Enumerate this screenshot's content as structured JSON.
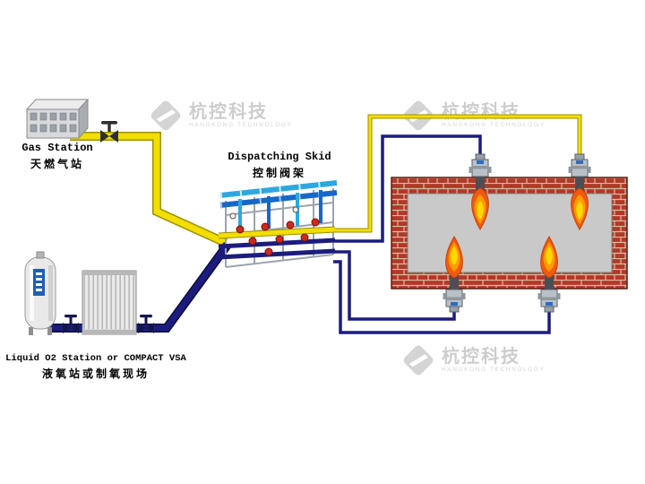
{
  "stations": {
    "gas": {
      "label_en": "Gas Station",
      "label_zh": "天燃气站"
    },
    "skid": {
      "label_en": "Dispatching Skid",
      "label_zh": "控制阀架"
    },
    "o2": {
      "label_en": "Liquid O2 Station or COMPACT VSA",
      "label_zh": "液氧站或制氧现场"
    }
  },
  "watermark": {
    "name_zh": "杭控科技",
    "name_en": "HANGKONG TECHNOLOGY"
  },
  "colors": {
    "gas_pipe": "#f2de00",
    "gas_pipe_edge": "#9d8f00",
    "oxygen_pipe": "#1c1c7e",
    "oxygen_pipe_edge": "#0c0c3e",
    "skid_pipe_light": "#2ea7e0",
    "skid_pipe_dark": "#1668c8",
    "valve_wheel_red": "#cc2a1e",
    "flame_outer": "#f05a10",
    "flame_mid": "#ff9a00",
    "flame_core": "#ffd900",
    "brick": "#b03a26",
    "brick_mortar": "#dcb9a9",
    "furnace_interior": "#c9c9c9"
  },
  "equipment": {
    "burner_count": 4,
    "burner_positions": [
      "furnace-top-left",
      "furnace-top-right",
      "furnace-bottom-left",
      "furnace-bottom-right"
    ]
  }
}
